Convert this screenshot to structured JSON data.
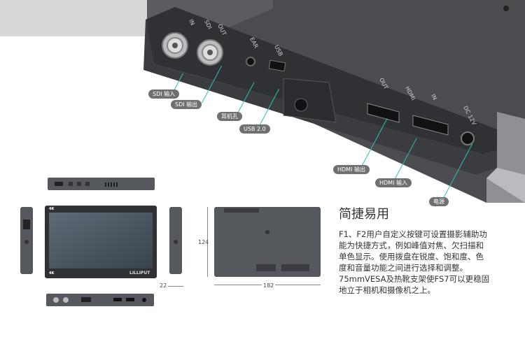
{
  "callouts": {
    "sdi_in": "SDI 输入",
    "sdi_out": "SDI 输出",
    "ear": "耳机孔",
    "usb": "USB 2.0",
    "hdmi_out": "HDMI 输出",
    "hdmi_in": "HDMI 输入",
    "power": "电源"
  },
  "port_labels": {
    "in": "IN",
    "sdi": "SDI",
    "out": "OUT",
    "ear": "EAR",
    "usb": "USB",
    "hdmi_out": "OUT",
    "hdmi": "HDMI",
    "hdmi_in": "IN",
    "dc": "DC 12V"
  },
  "front": {
    "brand": "LILLIPUT",
    "badge": "4K"
  },
  "dimensions": {
    "height": "124",
    "depth": "22",
    "width": "182"
  },
  "feature": {
    "title": "简捷易用",
    "lines": [
      "F1、F2用户自定义按键可设置摄影辅助功",
      "能为快捷方式，例如峰值对焦、欠扫描和",
      "单色显示。使用拨盘在锐度、饱和度、色",
      "度和音量功能之间进行选择和调整。",
      "75mmVESA及热靴支架使FS7可以更稳固",
      "地立于相机和摄像机之上。"
    ]
  },
  "colors": {
    "accent_line": "#2ec0b4",
    "pill_bg": "#707070",
    "device_body": "#3b3d40"
  }
}
